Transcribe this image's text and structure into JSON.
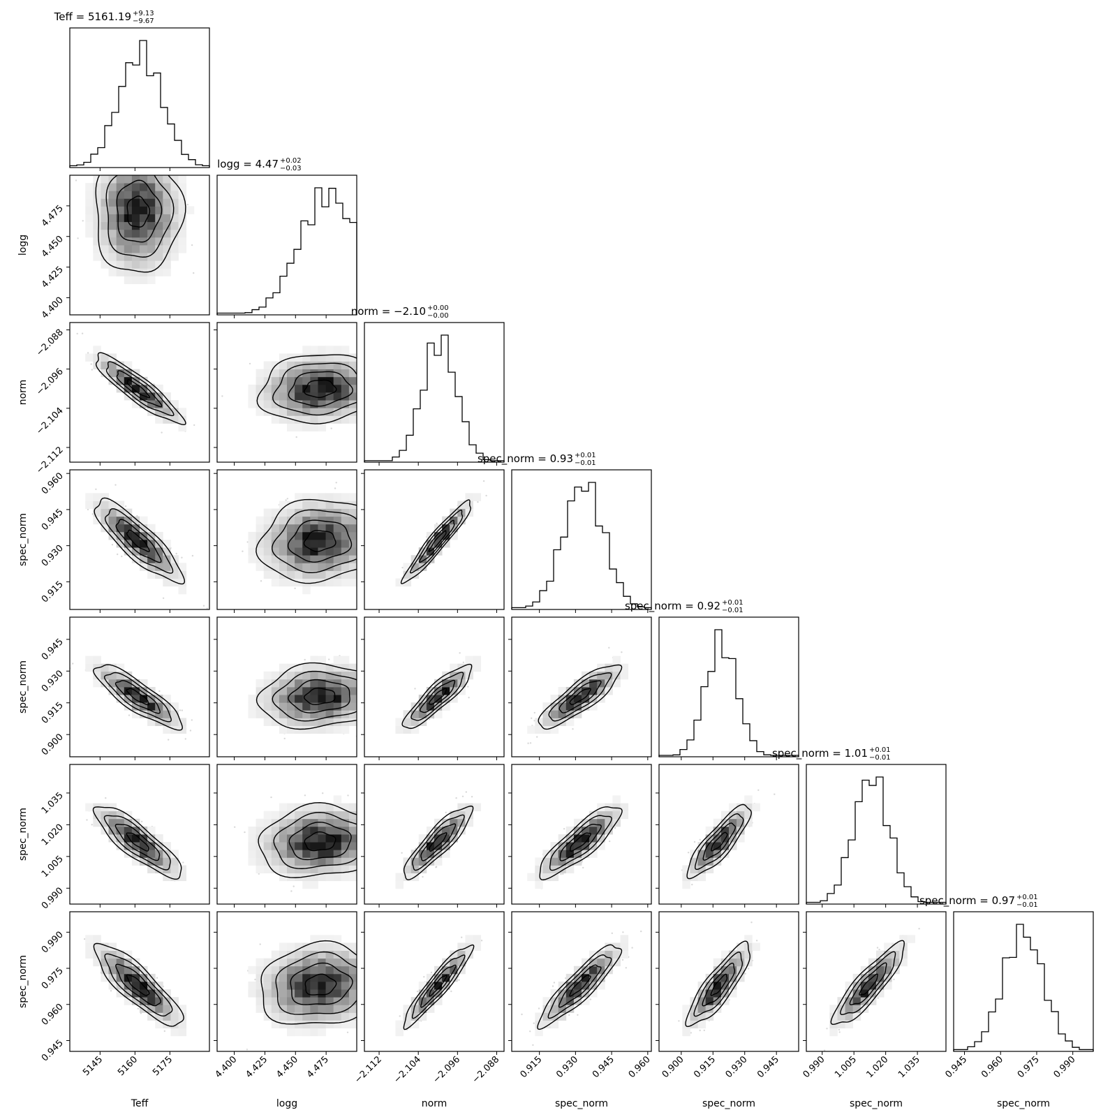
{
  "chart_data": {
    "type": "corner",
    "parameters": [
      {
        "key": "teff",
        "axis_label": "Teff",
        "title_name": "Teff",
        "median": "5161.19",
        "err_plus": "+9.13",
        "err_minus": "−9.67",
        "range": [
          5132,
          5192
        ],
        "ticks": [
          5145,
          5160,
          5175
        ],
        "tick_labels": [
          "5145",
          "5160",
          "5175"
        ],
        "hist_rise": 0.4
      },
      {
        "key": "logg",
        "axis_label": "logg",
        "title_name": "logg",
        "median": "4.47",
        "err_plus": "+0.02",
        "err_minus": "−0.03",
        "range": [
          4.386,
          4.5
        ],
        "ticks": [
          4.4,
          4.425,
          4.45,
          4.475
        ],
        "tick_labels": [
          "4.400",
          "4.425",
          "4.450",
          "4.475"
        ],
        "hist_rise": 1.0
      },
      {
        "key": "norm",
        "axis_label": "norm",
        "title_name": "norm",
        "median": "−2.10",
        "err_plus": "+0.00",
        "err_minus": "−0.00",
        "range": [
          -2.115,
          -2.0865
        ],
        "ticks": [
          -2.112,
          -2.104,
          -2.096,
          -2.088
        ],
        "tick_labels": [
          "−2.112",
          "−2.104",
          "−2.096",
          "−2.088"
        ],
        "hist_rise": 0.4
      },
      {
        "key": "spec_norm_1",
        "axis_label": "spec_norm",
        "title_name": "spec_norm",
        "median": "0.93",
        "err_plus": "+0.01",
        "err_minus": "−0.01",
        "range": [
          0.9035,
          0.9615
        ],
        "ticks": [
          0.915,
          0.93,
          0.945,
          0.96
        ],
        "tick_labels": [
          "0.915",
          "0.930",
          "0.945",
          "0.960"
        ],
        "hist_rise": 0.55
      },
      {
        "key": "spec_norm_2",
        "axis_label": "spec_norm",
        "title_name": "spec_norm",
        "median": "0.92",
        "err_plus": "+0.01",
        "err_minus": "−0.01",
        "range": [
          0.8895,
          0.9555
        ],
        "ticks": [
          0.9,
          0.915,
          0.93,
          0.945
        ],
        "tick_labels": [
          "0.900",
          "0.915",
          "0.930",
          "0.945"
        ],
        "hist_rise": 0.5
      },
      {
        "key": "spec_norm_3",
        "axis_label": "spec_norm",
        "title_name": "spec_norm",
        "median": "1.01",
        "err_plus": "+0.01",
        "err_minus": "−0.01",
        "range": [
          0.9825,
          1.0485
        ],
        "ticks": [
          0.99,
          1.005,
          1.02,
          1.035
        ],
        "tick_labels": [
          "0.990",
          "1.005",
          "1.020",
          "1.035"
        ],
        "hist_rise": 0.55
      },
      {
        "key": "spec_norm_4",
        "axis_label": "spec_norm",
        "title_name": "spec_norm",
        "median": "0.97",
        "err_plus": "+0.01",
        "err_minus": "−0.01",
        "range": [
          0.9405,
          0.9985
        ],
        "ticks": [
          0.945,
          0.96,
          0.975,
          0.99
        ],
        "tick_labels": [
          "0.945",
          "0.960",
          "0.975",
          "0.990"
        ],
        "hist_rise": 0.55
      }
    ],
    "centers": [
      5161.19,
      4.47,
      -2.1,
      0.932,
      0.918,
      1.012,
      0.968
    ],
    "sigmas": [
      9.4,
      0.025,
      0.0035,
      0.0085,
      0.0075,
      0.0085,
      0.0085
    ],
    "correlations": [
      [
        1.0,
        0.0,
        -0.9,
        -0.85,
        -0.85,
        -0.85,
        -0.85
      ],
      [
        0.0,
        1.0,
        0.1,
        0.1,
        0.1,
        0.1,
        0.1
      ],
      [
        -0.9,
        0.1,
        1.0,
        0.95,
        0.88,
        0.88,
        0.93
      ],
      [
        -0.85,
        0.1,
        0.95,
        1.0,
        0.85,
        0.85,
        0.9
      ],
      [
        -0.85,
        0.1,
        0.88,
        0.85,
        1.0,
        0.85,
        0.85
      ],
      [
        -0.85,
        0.1,
        0.88,
        0.85,
        0.85,
        1.0,
        0.88
      ],
      [
        -0.85,
        0.1,
        0.93,
        0.9,
        0.85,
        0.88,
        1.0
      ]
    ],
    "contour_sigma_levels": [
      0.5,
      1.0,
      1.5,
      2.0
    ],
    "grid": false,
    "legend": "none"
  }
}
